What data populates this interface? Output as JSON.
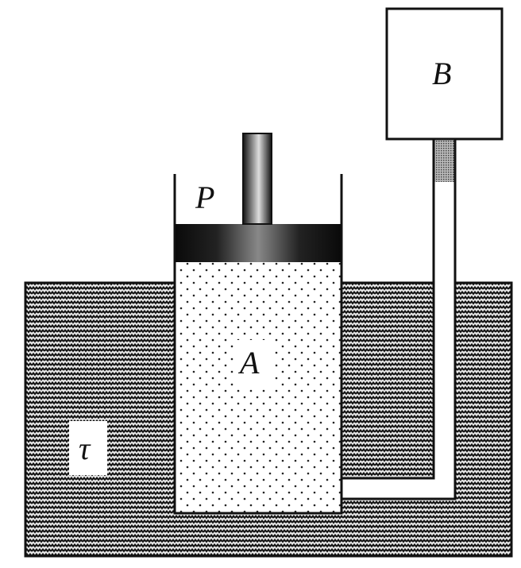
{
  "labels": {
    "piston_space": "P",
    "gas": "A",
    "reservoir": "B",
    "bath_temperature": "τ"
  },
  "colors": {
    "ink": "#111111",
    "background": "#ffffff"
  }
}
